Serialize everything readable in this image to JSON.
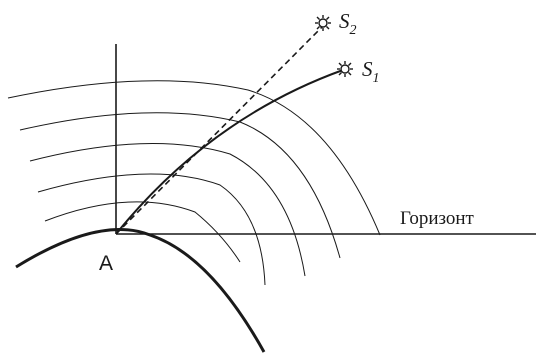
{
  "labels": {
    "point": "A",
    "horizon": "Горизонт",
    "star1": {
      "letter": "S",
      "sub": "1"
    },
    "star2": {
      "letter": "S",
      "sub": "2"
    }
  },
  "colors": {
    "stroke": "#1a1a1a",
    "background": "#ffffff"
  },
  "icons": {
    "star": "sun-burst-icon"
  }
}
